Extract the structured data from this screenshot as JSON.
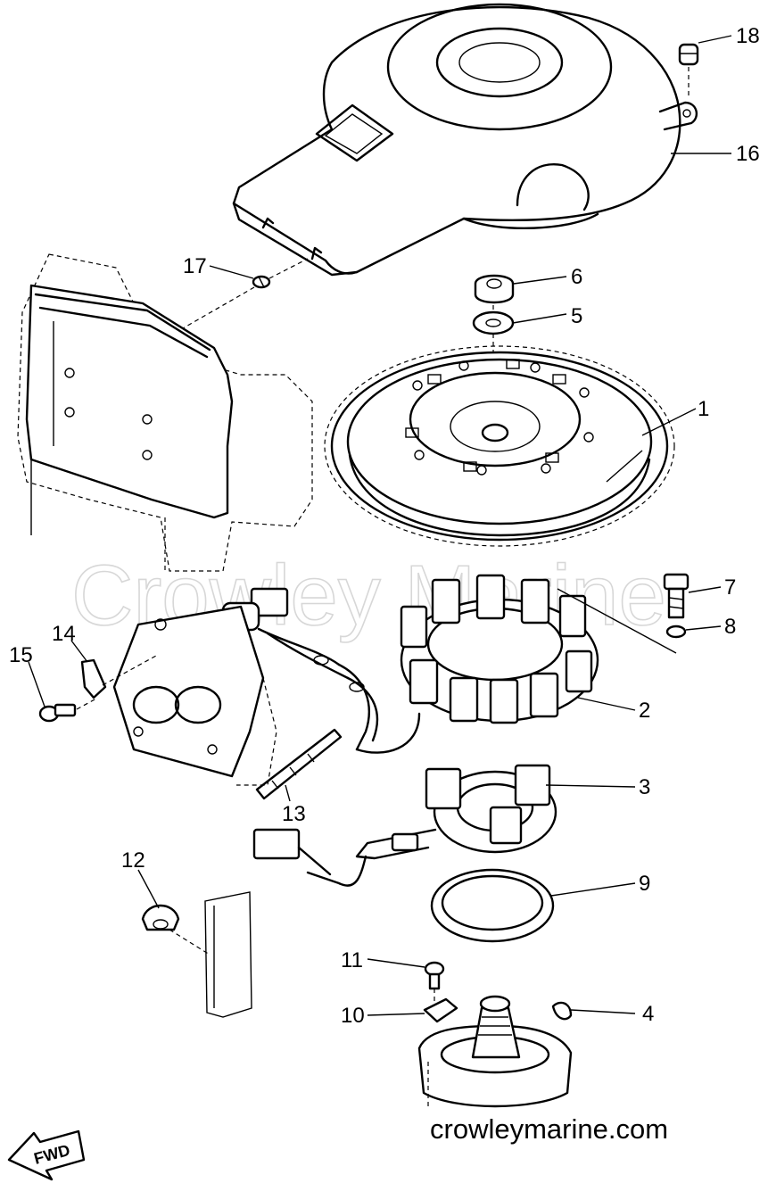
{
  "diagram": {
    "watermark": "Crowley Marine",
    "site_text": "crowleymarine.com",
    "fwd_label": "FWD",
    "callouts": [
      "1",
      "2",
      "3",
      "4",
      "5",
      "6",
      "7",
      "8",
      "9",
      "10",
      "11",
      "12",
      "13",
      "14",
      "15",
      "16",
      "17",
      "18"
    ]
  }
}
